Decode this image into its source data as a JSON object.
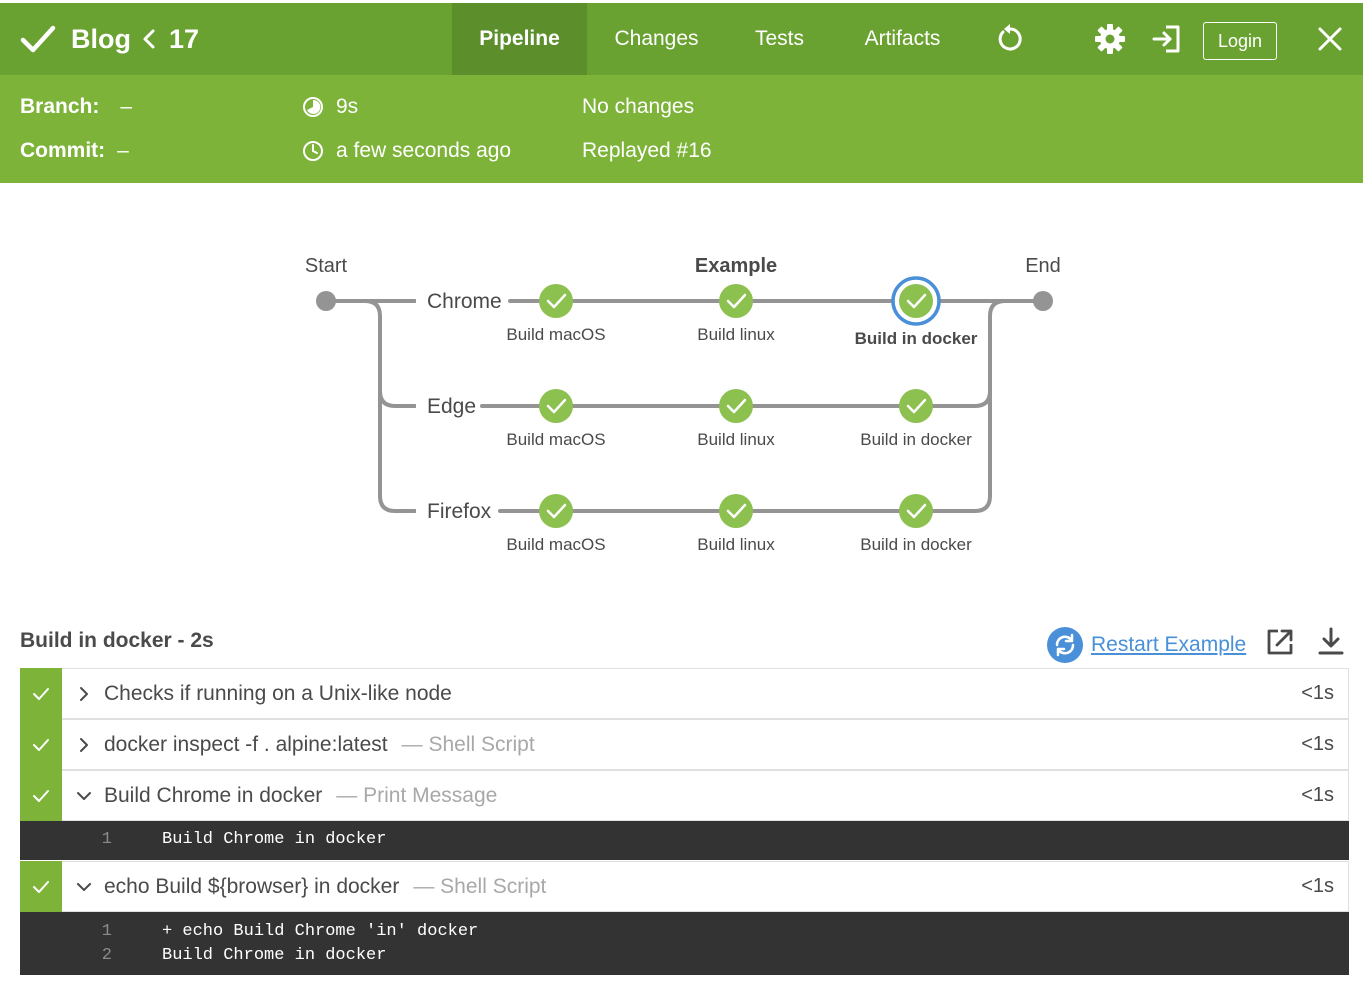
{
  "header": {
    "title": "Blog",
    "run_number": "17",
    "tabs": [
      "Pipeline",
      "Changes",
      "Tests",
      "Artifacts"
    ],
    "active_tab": "Pipeline",
    "login_label": "Login",
    "icons": [
      "check-icon",
      "chevron-left-icon",
      "replay-icon",
      "gear-icon",
      "sign-in-icon",
      "close-icon"
    ],
    "color": "#6aa232"
  },
  "info": {
    "branch_label": "Branch:",
    "branch_value": "–",
    "commit_label": "Commit:",
    "commit_value": "–",
    "duration": "9s",
    "time_ago": "a few seconds ago",
    "changes": "No changes",
    "replayed": "Replayed #16",
    "color": "#7eb33a"
  },
  "pipeline": {
    "start_label": "Start",
    "end_label": "End",
    "stage_label": "Example",
    "branches": [
      {
        "name": "Chrome",
        "steps": [
          "Build macOS",
          "Build linux",
          "Build in docker"
        ]
      },
      {
        "name": "Edge",
        "steps": [
          "Build macOS",
          "Build linux",
          "Build in docker"
        ]
      },
      {
        "name": "Firefox",
        "steps": [
          "Build macOS",
          "Build linux",
          "Build in docker"
        ]
      }
    ],
    "selected": "Chrome / Build in docker",
    "success_color": "#8cc04f",
    "selected_ring_color": "#4a90d9"
  },
  "steps_panel": {
    "title": "Build in docker - 2s",
    "restart_label": "Restart Example",
    "icons": [
      "restart-icon",
      "external-link-icon",
      "download-icon"
    ],
    "steps": [
      {
        "name": "Checks if running on a Unix-like node",
        "desc": "",
        "duration": "<1s",
        "expanded": false
      },
      {
        "name": "docker inspect -f . alpine:latest",
        "desc": "— Shell Script",
        "duration": "<1s",
        "expanded": false
      },
      {
        "name": "Build Chrome in docker",
        "desc": "— Print Message",
        "duration": "<1s",
        "expanded": true,
        "log": [
          {
            "n": "1",
            "text": "Build Chrome in docker"
          }
        ]
      },
      {
        "name": "echo Build ${browser} in docker",
        "desc": "— Shell Script",
        "duration": "<1s",
        "expanded": true,
        "log": [
          {
            "n": "1",
            "text": "+ echo Build Chrome 'in' docker"
          },
          {
            "n": "2",
            "text": "Build Chrome in docker"
          }
        ]
      }
    ]
  }
}
